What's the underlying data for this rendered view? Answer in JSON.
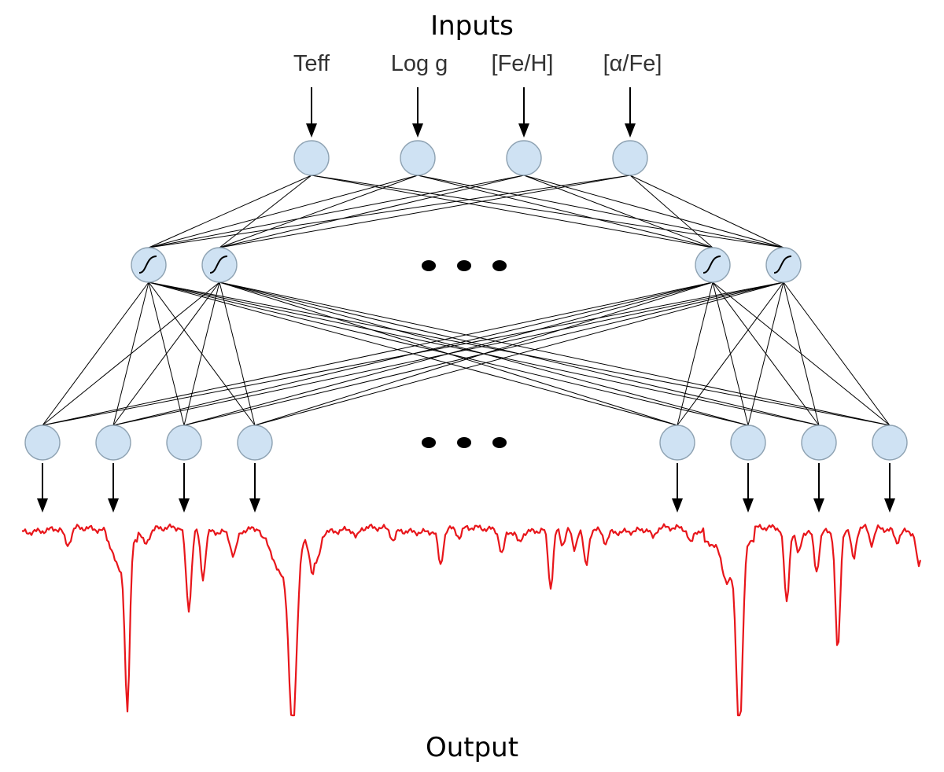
{
  "title": "Inputs",
  "footer": "Output",
  "inputs": [
    "Teff",
    "Log g",
    "[Fe/H]",
    "[α/Fe]"
  ],
  "colors": {
    "node_fill": "#cfe2f3",
    "node_stroke": "#8fa3b3",
    "edge": "#000000",
    "spectrum": "#e8161b",
    "label_text": "#333333"
  },
  "layers": {
    "input_nodes": 4,
    "hidden_nodes_shown": 4,
    "hidden_activation_icon": "sigmoid-icon",
    "output_nodes_shown": 8,
    "ellipsis_icon": "ellipsis-dots-icon"
  }
}
